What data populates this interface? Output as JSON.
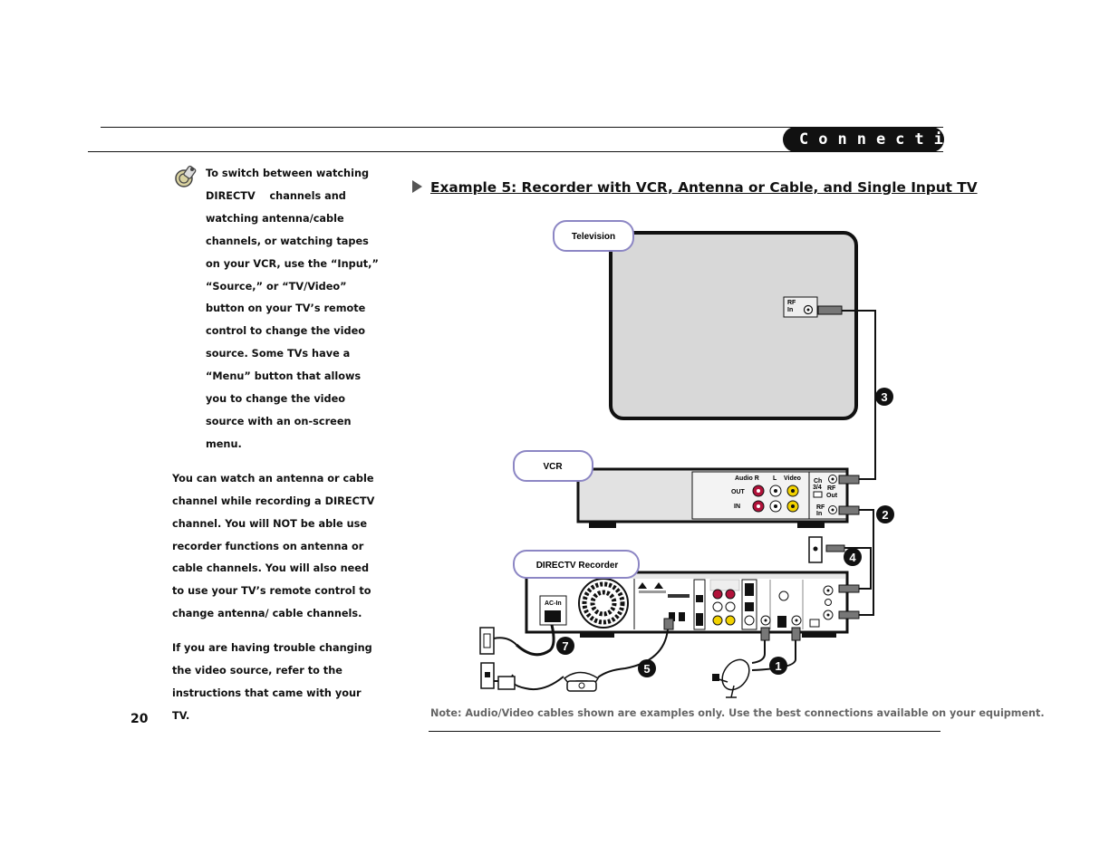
{
  "header": {
    "section_tab": "Connecting"
  },
  "sidebar": {
    "tip_paragraphs": [
      "To switch between watching DIRECTV    channels and watching antenna/cable channels, or watching tapes on your VCR, use the “Input,” “Source,” or “TV/Video” button on your TV’s remote control to change the video source. Some TVs have a “Menu” button that allows you to change the video source with an on-screen menu.",
      "You can watch an antenna or cable channel while recording a DIRECTV channel. You will NOT be able use recorder functions on antenna or cable channels. You will also need to use your TV’s remote control to change antenna/ cable channels.",
      "If you are having trouble changing the video source, refer to the instructions that came with your TV."
    ]
  },
  "main": {
    "heading": "Example 5: Recorder with VCR, Antenna or Cable, and Single Input TV",
    "note": "Note: Audio/Video cables shown are examples only. Use the best connections available on your equipment."
  },
  "diagram": {
    "labels": {
      "television": "Television",
      "vcr": "VCR",
      "recorder": "DIRECTV  Recorder"
    },
    "tv_port": [
      "RF",
      "In"
    ],
    "vcr_panel": {
      "audio_r": "Audio R",
      "audio_l": "L",
      "video": "Video",
      "out": "OUT",
      "in": "IN",
      "ch": "Ch",
      "ch34": "3/4",
      "rf_out": [
        "RF",
        "Out"
      ],
      "rf_in": [
        "RF",
        "In"
      ]
    },
    "recorder_panel": {
      "ac_in": "AC-In"
    },
    "callouts": [
      "1",
      "2",
      "3",
      "4",
      "5",
      "7"
    ]
  },
  "page": {
    "number": "20"
  }
}
